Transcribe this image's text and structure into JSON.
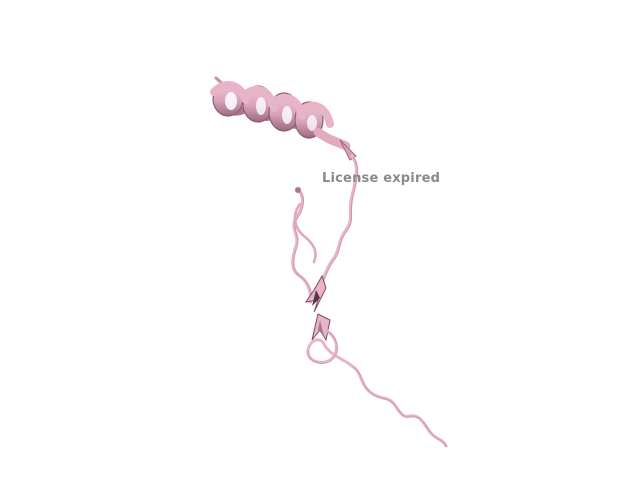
{
  "viewer": {
    "watermark_text": "License expired",
    "watermark_color": "#8a8a8a",
    "background": "#ffffff"
  },
  "structure": {
    "representation": "cartoon",
    "ribbon_color": "#e8b4c8",
    "ribbon_dark": "#a8768e",
    "ribbon_mid": "#cf98ae",
    "elements": [
      "alpha-helix",
      "coil",
      "beta-strand-arrow",
      "beta-strand-arrow"
    ]
  }
}
